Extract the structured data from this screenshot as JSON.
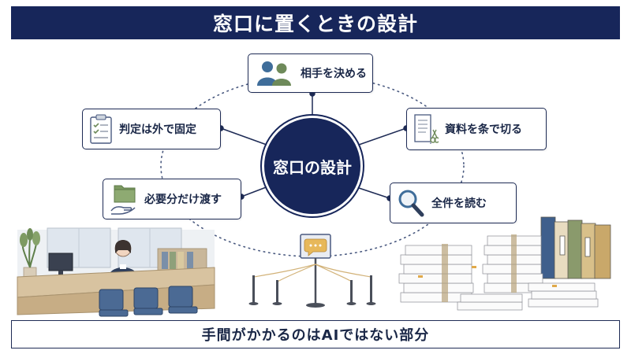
{
  "title": "窓口に置くときの設計",
  "center": "窓口の設計",
  "nodes": {
    "top": {
      "label": "相手を決める",
      "icon": "people-icon"
    },
    "left1": {
      "label": "判定は外で固定",
      "icon": "clipboard-checklist-icon"
    },
    "right1": {
      "label": "資料を条で切る",
      "icon": "document-scissors-icon"
    },
    "left2": {
      "label": "必要分だけ渡す",
      "icon": "folder-hand-icon"
    },
    "right2": {
      "label": "全件を読む",
      "icon": "magnifier-icon"
    }
  },
  "footer": "手間がかかるのはAIではない部分",
  "colors": {
    "navy": "#17265a",
    "border": "#1e2b55",
    "accent_green": "#6e8a5a",
    "accent_blue": "#3f6d9a"
  }
}
